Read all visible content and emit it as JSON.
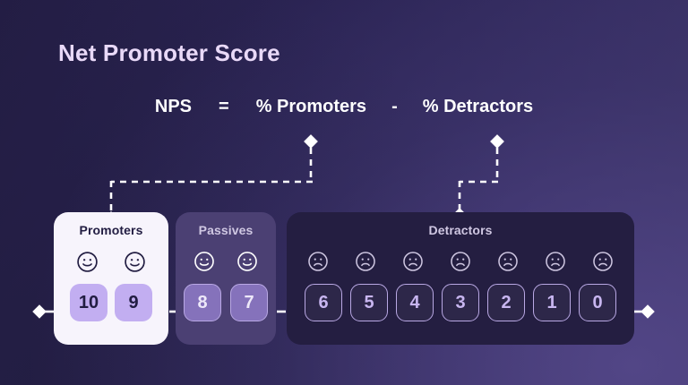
{
  "title": "Net Promoter Score",
  "formula": {
    "label": "NPS",
    "equals": "=",
    "promoters_term": "% Promoters",
    "operator": "-",
    "detractors_term": "% Detractors"
  },
  "colors": {
    "title": "#e9d9f8",
    "formula_text": "#ffffff",
    "connector": "#ffffff",
    "promoters_card_bg": "#f7f4fc",
    "promoters_chip_bg": "#c2aef1",
    "promoters_text": "#221d42",
    "passives_card_bg": "#4b4073",
    "passives_chip_bg": "#8572bb",
    "passives_chip_border": "#b9a8e4",
    "detractors_card_bg": "#241e41",
    "detractors_chip_border": "#b9a8e4",
    "detractors_chip_text": "#c8b6f0",
    "card_label_muted": "#cfc7e2",
    "background_from": "#231d44",
    "background_to": "#3d3568"
  },
  "scale": {
    "groups": [
      {
        "id": "promoters",
        "label": "Promoters",
        "face": "smiley-face-icon",
        "scores": [
          "10",
          "9"
        ]
      },
      {
        "id": "passives",
        "label": "Passives",
        "face": "smiley-face-icon",
        "scores": [
          "8",
          "7"
        ]
      },
      {
        "id": "detractors",
        "label": "Detractors",
        "face": "sad-face-icon",
        "scores": [
          "6",
          "5",
          "4",
          "3",
          "2",
          "1",
          "0"
        ]
      }
    ]
  },
  "connectors": [
    {
      "id": "promoters-connector",
      "from": "% Promoters",
      "to": "Promoters"
    },
    {
      "id": "detractors-connector",
      "from": "% Detractors",
      "to": "Detractors"
    }
  ]
}
